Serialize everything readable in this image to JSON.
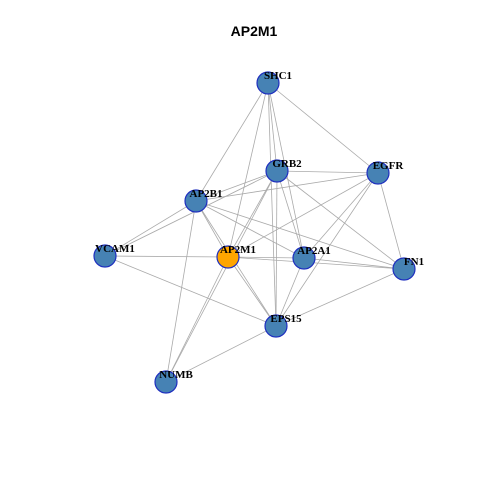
{
  "title": "AP2M1",
  "colors": {
    "node_fill": "#4682b4",
    "center_fill": "#ffa500",
    "node_stroke": "#1f2fbf",
    "edge": "#aaaaaa"
  },
  "network": {
    "center": "AP2M1",
    "nodes": [
      {
        "id": "SHC1",
        "label": "SHC1"
      },
      {
        "id": "GRB2",
        "label": "GRB2"
      },
      {
        "id": "EGFR",
        "label": "EGFR"
      },
      {
        "id": "AP2B1",
        "label": "AP2B1"
      },
      {
        "id": "VCAM1",
        "label": "VCAM1"
      },
      {
        "id": "AP2M1",
        "label": "AP2M1"
      },
      {
        "id": "AP2A1",
        "label": "AP2A1"
      },
      {
        "id": "FN1",
        "label": "FN1"
      },
      {
        "id": "EPS15",
        "label": "EPS15"
      },
      {
        "id": "NUMB",
        "label": "NUMB"
      }
    ],
    "edges": [
      [
        "SHC1",
        "GRB2"
      ],
      [
        "SHC1",
        "EGFR"
      ],
      [
        "SHC1",
        "AP2B1"
      ],
      [
        "SHC1",
        "AP2M1"
      ],
      [
        "SHC1",
        "AP2A1"
      ],
      [
        "SHC1",
        "EPS15"
      ],
      [
        "GRB2",
        "EGFR"
      ],
      [
        "GRB2",
        "AP2B1"
      ],
      [
        "GRB2",
        "AP2M1"
      ],
      [
        "GRB2",
        "AP2A1"
      ],
      [
        "GRB2",
        "FN1"
      ],
      [
        "GRB2",
        "EPS15"
      ],
      [
        "GRB2",
        "NUMB"
      ],
      [
        "GRB2",
        "VCAM1"
      ],
      [
        "EGFR",
        "AP2B1"
      ],
      [
        "EGFR",
        "AP2M1"
      ],
      [
        "EGFR",
        "AP2A1"
      ],
      [
        "EGFR",
        "FN1"
      ],
      [
        "EGFR",
        "EPS15"
      ],
      [
        "AP2B1",
        "VCAM1"
      ],
      [
        "AP2B1",
        "AP2M1"
      ],
      [
        "AP2B1",
        "AP2A1"
      ],
      [
        "AP2B1",
        "FN1"
      ],
      [
        "AP2B1",
        "EPS15"
      ],
      [
        "AP2B1",
        "NUMB"
      ],
      [
        "VCAM1",
        "AP2M1"
      ],
      [
        "VCAM1",
        "EPS15"
      ],
      [
        "AP2M1",
        "AP2A1"
      ],
      [
        "AP2M1",
        "FN1"
      ],
      [
        "AP2M1",
        "EPS15"
      ],
      [
        "AP2M1",
        "NUMB"
      ],
      [
        "AP2A1",
        "FN1"
      ],
      [
        "AP2A1",
        "EPS15"
      ],
      [
        "FN1",
        "EPS15"
      ],
      [
        "EPS15",
        "NUMB"
      ]
    ]
  }
}
